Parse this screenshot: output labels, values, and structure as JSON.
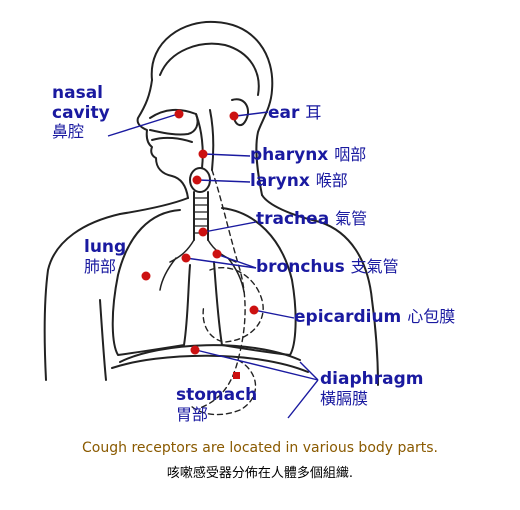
{
  "labels": {
    "nasal_cavity": {
      "en_line1": "nasal",
      "en_line2": "cavity",
      "zh": "鼻腔"
    },
    "ear": {
      "en": "ear",
      "zh": "耳"
    },
    "pharynx": {
      "en": "pharynx",
      "zh": "咽部"
    },
    "larynx": {
      "en": "larynx",
      "zh": "喉部"
    },
    "trachea": {
      "en": "trachea",
      "zh": "氣管"
    },
    "lung": {
      "en": "lung",
      "zh": "肺部"
    },
    "bronchus": {
      "en": "bronchus",
      "zh": "支氣管"
    },
    "epicardium": {
      "en": "epicardium",
      "zh": "心包膜"
    },
    "diaphragm": {
      "en": "diaphragm",
      "zh": "橫膈膜"
    },
    "stomach": {
      "en": "stomach",
      "zh": "胃部"
    }
  },
  "caption": {
    "en": "Cough receptors are located in various body parts.",
    "zh": "咳嗽感受器分佈在人體多個組織."
  },
  "colors": {
    "label_text": "#1a1aa0",
    "marker": "#cc1111",
    "caption_en": "#8a5a00",
    "caption_zh": "#000000",
    "outline": "#222222"
  }
}
